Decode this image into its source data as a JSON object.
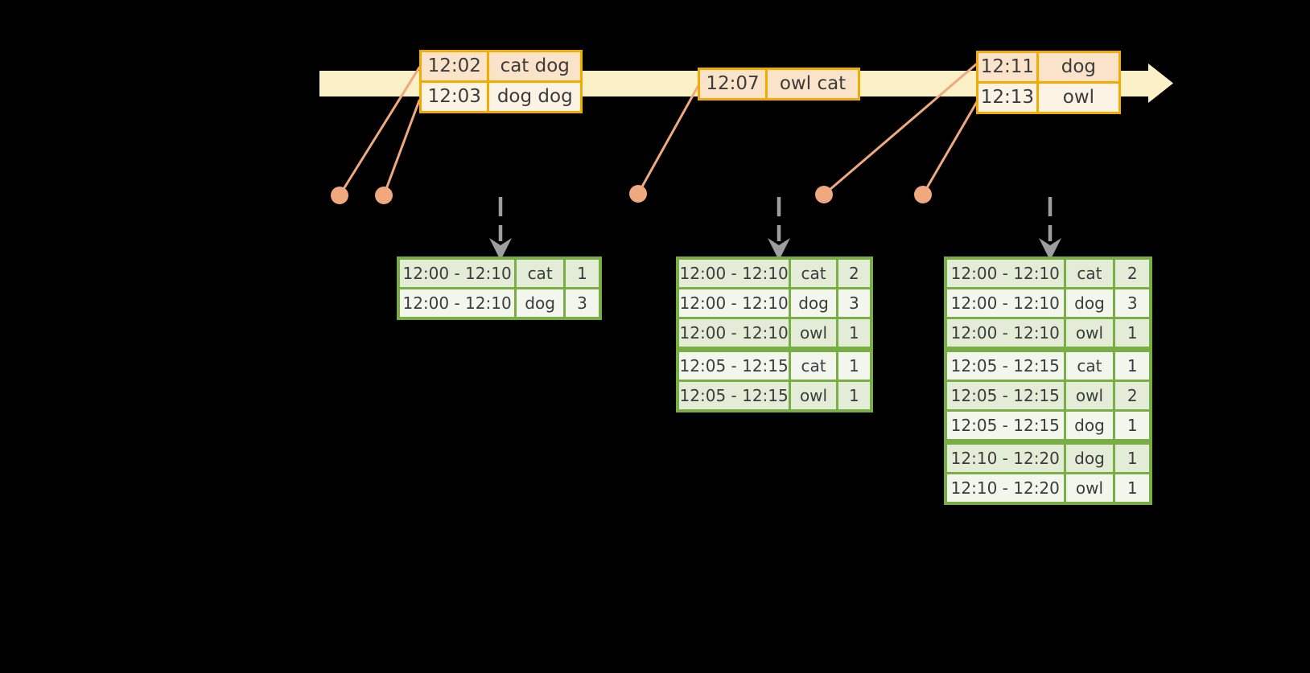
{
  "colors": {
    "background": "#000000",
    "timeline_fill": "#FCF0C8",
    "event_border": "#F2AC00",
    "event_row_bg_dark": "#FAE3C8",
    "event_row_bg_light": "#FCF3E4",
    "connector": "#F0A97E",
    "trigger_arrow": "#9E9E9E",
    "result_border": "#78AE43",
    "result_row_bg_dark": "#E3ECD6",
    "result_row_bg_light": "#F2F6EC",
    "text": "#3C3C3C"
  },
  "timeline": {
    "event_tables": [
      {
        "rows": [
          {
            "time": "12:02",
            "words": "cat dog"
          },
          {
            "time": "12:03",
            "words": "dog dog"
          }
        ]
      },
      {
        "rows": [
          {
            "time": "12:07",
            "words": "owl cat"
          }
        ]
      },
      {
        "rows": [
          {
            "time": "12:11",
            "words": "dog"
          },
          {
            "time": "12:13",
            "words": "owl"
          }
        ]
      }
    ]
  },
  "result_tables": [
    {
      "rows": [
        {
          "window": "12:00 - 12:10",
          "word": "cat",
          "count": "1"
        },
        {
          "window": "12:00 - 12:10",
          "word": "dog",
          "count": "3"
        }
      ]
    },
    {
      "rows": [
        {
          "window": "12:00 - 12:10",
          "word": "cat",
          "count": "2"
        },
        {
          "window": "12:00 - 12:10",
          "word": "dog",
          "count": "3"
        },
        {
          "window": "12:00 - 12:10",
          "word": "owl",
          "count": "1"
        },
        {
          "window": "12:05 - 12:15",
          "word": "cat",
          "count": "1"
        },
        {
          "window": "12:05 - 12:15",
          "word": "owl",
          "count": "1"
        }
      ]
    },
    {
      "rows": [
        {
          "window": "12:00 - 12:10",
          "word": "cat",
          "count": "2"
        },
        {
          "window": "12:00 - 12:10",
          "word": "dog",
          "count": "3"
        },
        {
          "window": "12:00 - 12:10",
          "word": "owl",
          "count": "1"
        },
        {
          "window": "12:05 - 12:15",
          "word": "cat",
          "count": "1"
        },
        {
          "window": "12:05 - 12:15",
          "word": "owl",
          "count": "2"
        },
        {
          "window": "12:05 - 12:15",
          "word": "dog",
          "count": "1"
        },
        {
          "window": "12:10 - 12:20",
          "word": "dog",
          "count": "1"
        },
        {
          "window": "12:10 - 12:20",
          "word": "owl",
          "count": "1"
        }
      ]
    }
  ]
}
